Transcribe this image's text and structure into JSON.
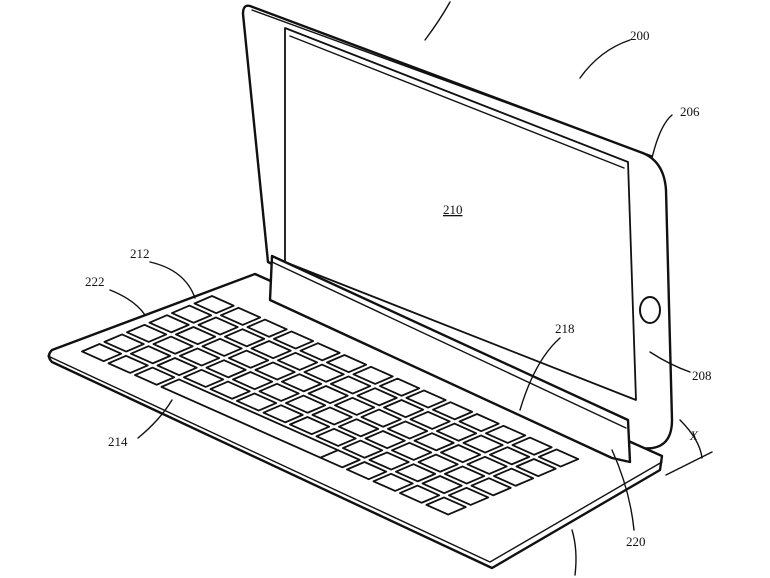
{
  "labels": {
    "device": "200",
    "housing": "206",
    "display": "210",
    "keys": "212",
    "keyboard_surface": "222",
    "hinge": "218",
    "bezel": "208",
    "key_example": "214",
    "hinge_edge": "220",
    "angle": "X"
  },
  "keyboard": {
    "rows": 6,
    "columns": 14
  }
}
